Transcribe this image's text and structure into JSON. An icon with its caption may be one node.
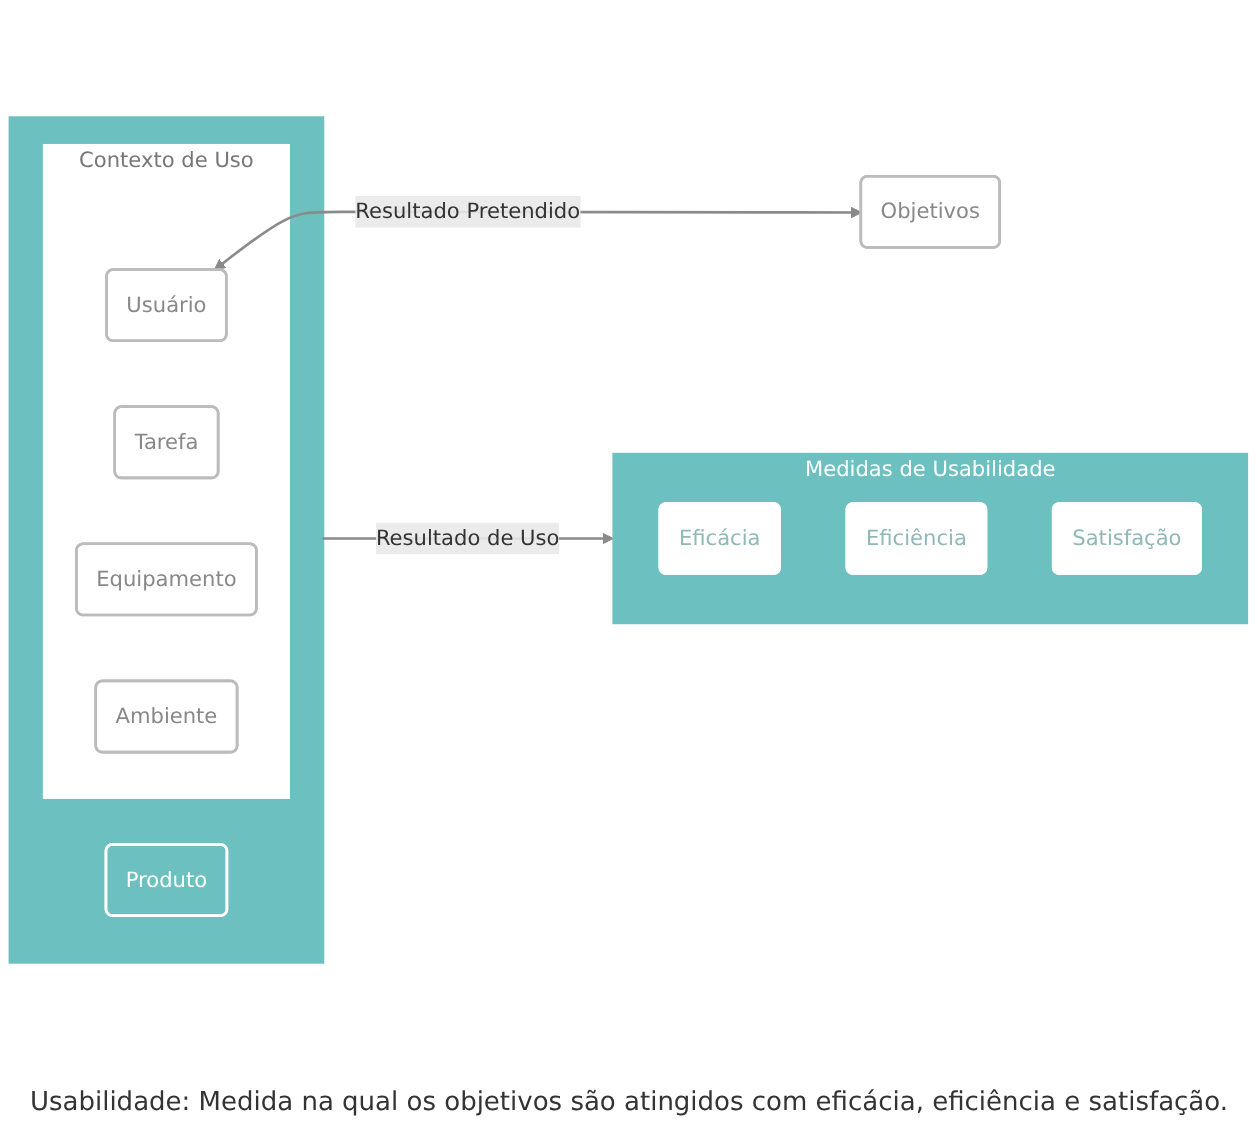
{
  "diagram": {
    "nodes": [
      {
        "text": [],
        "shape": "box"
      },
      {
        "text": [
          "Contexto de Uso"
        ],
        "in": 0
      },
      {
        "text": [
          "Usuário"
        ],
        "in": 1
      },
      {
        "text": [
          "Tarefa"
        ],
        "in": 1
      },
      {
        "text": [
          "Equipamento"
        ],
        "in": 1
      },
      {
        "text": [
          "Ambiente"
        ],
        "in": 1
      },
      {
        "text": [
          "Produto"
        ],
        "in": 0
      },
      {
        "text": [
          "Objetivos"
        ]
      },
      {
        "text": [
          "Medidas de Usabilidade"
        ]
      },
      {
        "text": [
          "Eficácia"
        ],
        "in": 8
      },
      {
        "text": [
          "Eficiência"
        ],
        "in": 8
      },
      {
        "text": [
          "Satisfação"
        ],
        "in": 8
      }
    ],
    "edges": [
      {
        "from": 2,
        "to": 7,
        "arrow": "both",
        "label": "Resultado Pretendido"
      },
      {
        "from": 0,
        "to": 8,
        "arrow": "to",
        "label": "Resultado de Uso"
      }
    ],
    "labels": [
      "Usabilidade: Medida na qual os objetivos são atingidos com eficácia, eficiência e satisfação."
    ]
  }
}
